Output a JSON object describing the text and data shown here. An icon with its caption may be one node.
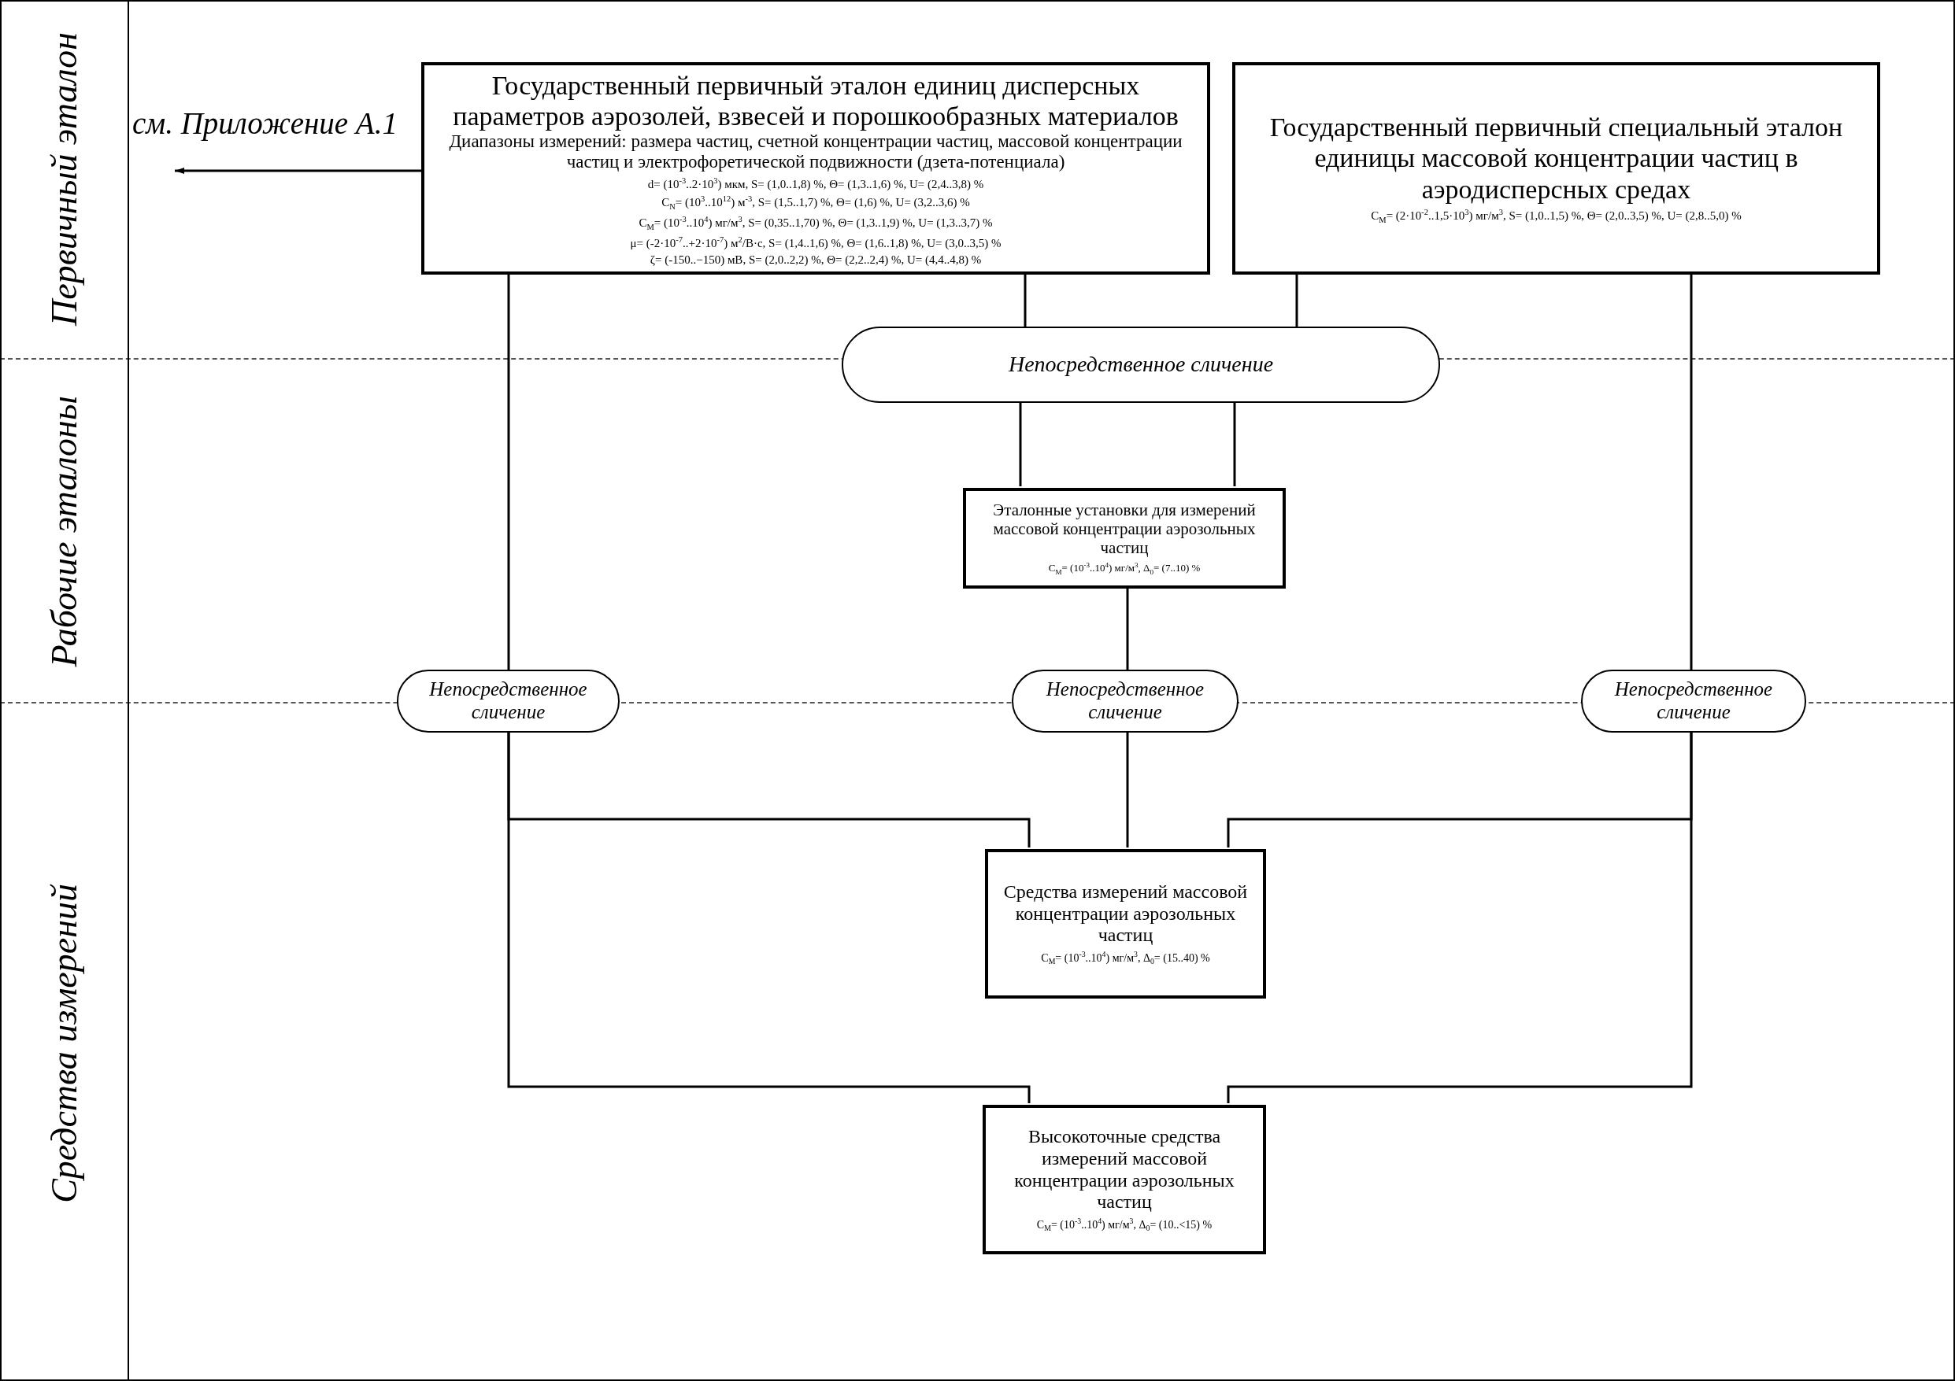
{
  "diagram": {
    "nodes": [
      {
        "text": [
          "Первичный эталон"
        ]
      },
      {
        "text": [
          "Государственный первичный эталон единиц дисперсных параметров аэрозолей, взвесей и порошкообразных материалов",
          "Диапазоны измерений: размера частиц, счетной концентрации частиц, массовой концентрации частиц и электрофоретической подвижности (дзета-потенциала)",
          "d= (10$^{-3}$..2·10$^{3}$) мкм, S= (1,0..1,8) %, Θ= (1,3..1,6) %, U= (2,4..3,8) %",
          "С$_{N}$= (10$^{3}$..10$^{12}$) м$^{-3}$, S= (1,5..1,7) %, Θ= (1,6) %, U= (3,2..3,6) %",
          "С$_{М}$= (10$^{-3}$..10$^{4}$) мг/м$^{3}$, S= (0,35..1,70) %, Θ= (1,3..1,9) %, U= (1,3..3,7) %",
          "μ= (-2·10$^{-7}$..+2·10$^{-7}$) м$^{2}$/В·с, S= (1,4..1,6) %, Θ= (1,6..1,8) %, U= (3,0..3,5) %",
          "ζ= (-150..−150) мВ, S= (2,0..2,2) %, Θ= (2,2..2,4) %, U= (4,4..4,8) %"
        ],
        "in": 0
      },
      {
        "text": [
          "Государственный первичный специальный эталон единицы массовой концентрации частиц в аэродисперсных средах",
          "С$_{М}$= (2·10$^{-2}$..1,5·10$^{3}$) мг/м$^{3}$, S= (1,0..1,5) %, Θ= (2,0..3,5) %, U= (2,8..5,0) %"
        ],
        "in": 0
      },
      {
        "text": [
          "см. Приложение А.1"
        ],
        "in": 0
      },
      {
        "text": [
          "Непосредственное сличение"
        ]
      },
      {
        "text": [
          "Рабочие эталоны"
        ]
      },
      {
        "text": [
          "Эталонные установки для измерений массовой концентрации аэрозольных частиц",
          "С$_{М}$= (10$^{-3}$..10$^{4}$) мг/м$^{3}$, Δ$_{0}$= (7..10) %"
        ],
        "in": 5
      },
      {
        "text": [
          "Непосредственное сличение"
        ]
      },
      {
        "text": [
          "Непосредственное сличение"
        ]
      },
      {
        "text": [
          "Непосредственное сличение"
        ]
      },
      {
        "text": [
          "Средства измерений"
        ]
      },
      {
        "text": [
          "Средства измерений массовой концентрации аэрозольных частиц",
          "С$_{М}$= (10$^{-3}$..10$^{4}$) мг/м$^{3}$, Δ$_{0}$= (15..40) %"
        ],
        "in": 10
      },
      {
        "text": [
          "Высокоточные средства измерений массовой концентрации аэрозольных частиц",
          "С$_{М}$= (10$^{-3}$..10$^{4}$) мг/м$^{3}$, Δ$_{0}$= (10..<15) %"
        ],
        "in": 10
      }
    ],
    "edges": [
      {
        "from": 1,
        "to": 3,
        "arrow": "to"
      },
      {
        "from": 1,
        "to": 4,
        "arrow": "none"
      },
      {
        "from": 2,
        "to": 4,
        "arrow": "none"
      },
      {
        "from": 1,
        "to": 7,
        "arrow": "none"
      },
      {
        "from": 2,
        "to": 9,
        "arrow": "none"
      },
      {
        "from": 4,
        "to": 6,
        "arrow": "none"
      },
      {
        "from": 4,
        "to": 6,
        "arrow": "none"
      },
      {
        "from": 6,
        "to": 8,
        "arrow": "none"
      },
      {
        "from": 7,
        "to": 11,
        "arrow": "none"
      },
      {
        "from": 8,
        "to": 11,
        "arrow": "none"
      },
      {
        "from": 9,
        "to": 11,
        "arrow": "none"
      },
      {
        "from": 7,
        "to": 12,
        "arrow": "none"
      },
      {
        "from": 9,
        "to": 12,
        "arrow": "none"
      }
    ]
  }
}
